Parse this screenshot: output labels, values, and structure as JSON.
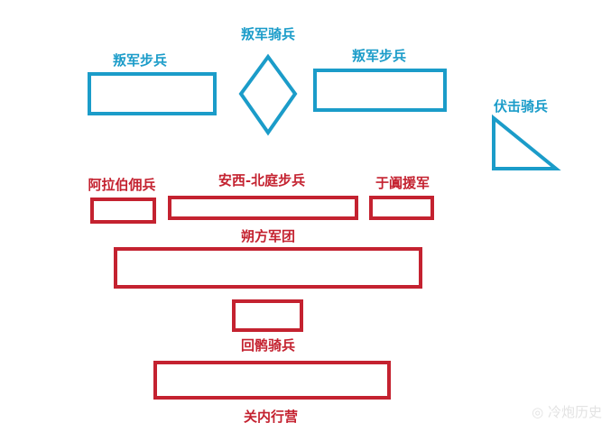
{
  "colors": {
    "rebel": "#1b9cc9",
    "tang": "#c42230"
  },
  "labels": {
    "rebel_infantry_left": "叛军步兵",
    "rebel_cavalry": "叛军骑兵",
    "rebel_infantry_right": "叛军步兵",
    "ambush_cavalry": "伏击骑兵",
    "arab_mercenaries": "阿拉伯佣兵",
    "anxi_beiting_infantry": "安西-北庭步兵",
    "khotan_reinforcements": "于阗援军",
    "shuofang_army": "朔方军团",
    "uighur_cavalry": "回鹘骑兵",
    "guannei_camp": "关内行营"
  },
  "watermark": "冷炮历史"
}
